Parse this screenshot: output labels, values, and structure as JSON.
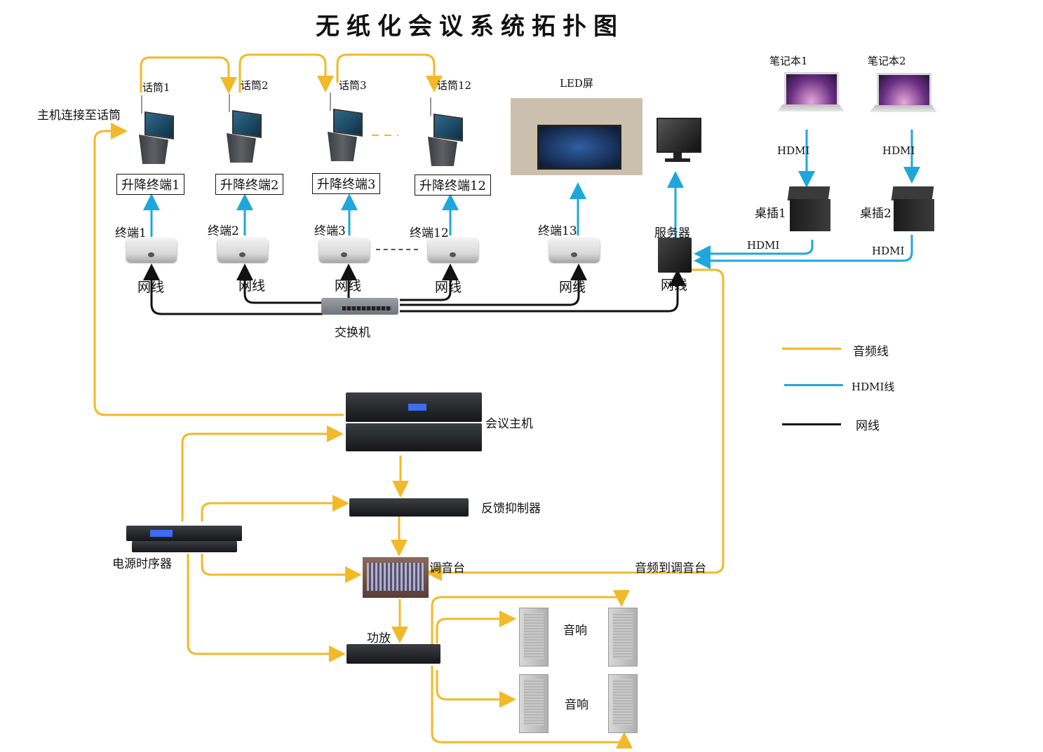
{
  "title": "无纸化会议系统拓扑图",
  "colors": {
    "audio": "#f2b928",
    "hdmi": "#1ea7dc",
    "network": "#111111"
  },
  "top_left_label": "主机连接至话筒",
  "microphones": [
    "话筒1",
    "话筒2",
    "话筒3",
    "话筒12"
  ],
  "lift_terminals": [
    "升降终端1",
    "升降终端2",
    "升降终端3",
    "升降终端12"
  ],
  "terminals": [
    "终端1",
    "终端2",
    "终端3",
    "终端12",
    "终端13"
  ],
  "network_labels": [
    "网线",
    "网线",
    "网线",
    "网线",
    "网线",
    "网线"
  ],
  "switch_label": "交换机",
  "led_label": "LED屏",
  "server_label": "服务器",
  "laptops": [
    "笔记本1",
    "笔记本2"
  ],
  "hdmi_labels": [
    "HDMI",
    "HDMI",
    "HDMI",
    "HDMI"
  ],
  "sockets": [
    "桌插1",
    "桌插2"
  ],
  "legend": [
    {
      "label": "音频线",
      "type": "audio"
    },
    {
      "label": "HDMI线",
      "type": "hdmi"
    },
    {
      "label": "网线",
      "type": "network"
    }
  ],
  "conference_host": "会议主机",
  "feedback_suppressor": "反馈抑制器",
  "power_sequencer": "电源时序器",
  "mixer": "调音台",
  "audio_to_mixer": "音频到调音台",
  "amplifier": "功放",
  "speakers": [
    "音响",
    "音响"
  ]
}
